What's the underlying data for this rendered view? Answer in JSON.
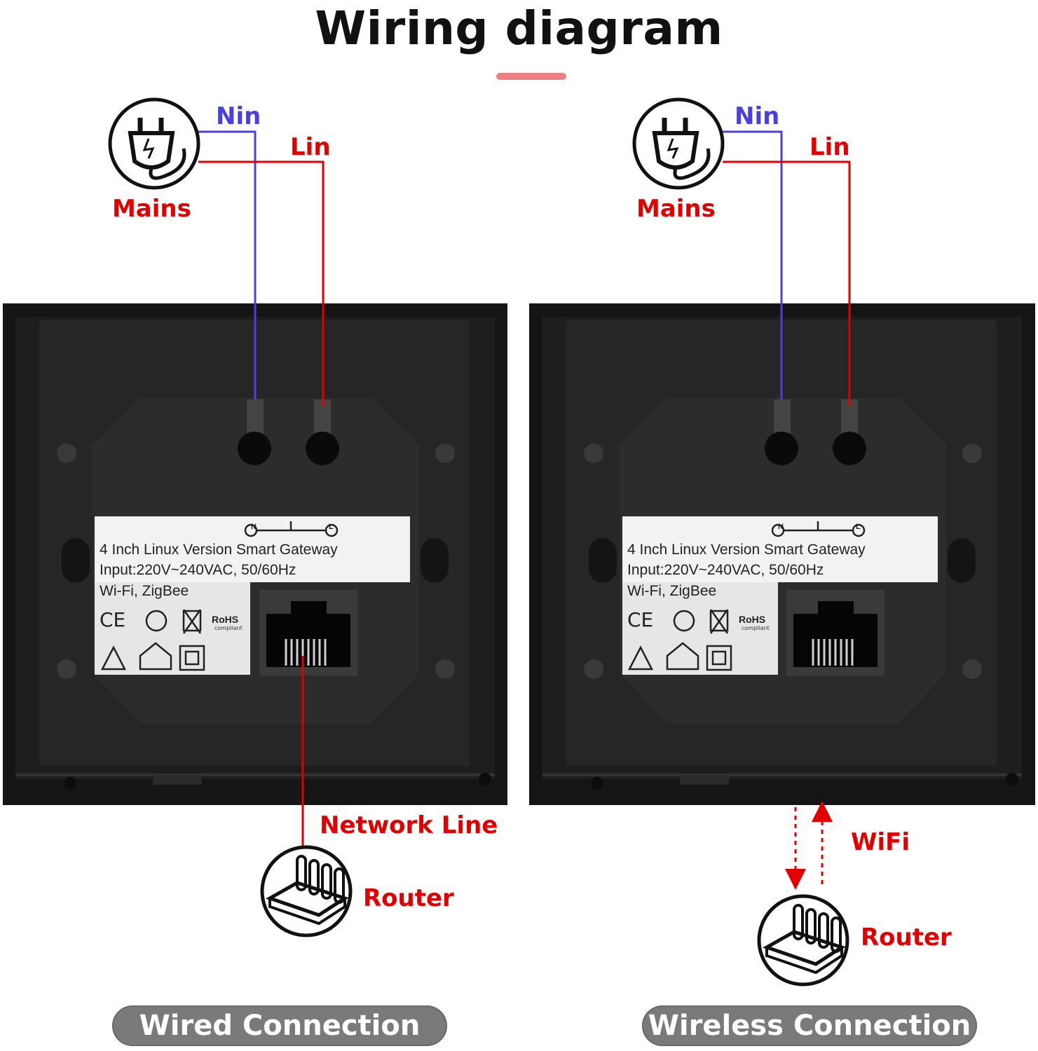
{
  "title": "Wiring diagram",
  "colors": {
    "neutral_wire": "#4a3fe0",
    "live_wire": "#e00000",
    "panel": "#1c1c1c",
    "pill": "#7a7a7a"
  },
  "panels": [
    {
      "neutral_label": "Nin",
      "live_label": "Lin",
      "mains_label": "Mains",
      "mains_icon": "plug-icon",
      "sticker": {
        "line1": "4 Inch Linux Version Smart Gateway",
        "line2": "Input:220V~240VAC, 50/60Hz",
        "line3": "Wi-Fi, ZigBee",
        "ce": "CE",
        "rohs": "RoHS",
        "rohs_sub": "compliant",
        "terminal_n": "N",
        "terminal_l": "L"
      },
      "connection_label": "Network Line",
      "router_label": "Router",
      "router_icon": "router-icon",
      "caption": "Wired Connection"
    },
    {
      "neutral_label": "Nin",
      "live_label": "Lin",
      "mains_label": "Mains",
      "mains_icon": "plug-icon",
      "sticker": {
        "line1": "4 Inch Linux Version Smart Gateway",
        "line2": "Input:220V~240VAC, 50/60Hz",
        "line3": "Wi-Fi, ZigBee",
        "ce": "CE",
        "rohs": "RoHS",
        "rohs_sub": "compliant",
        "terminal_n": "N",
        "terminal_l": "L"
      },
      "connection_label": "WiFi",
      "router_label": "Router",
      "router_icon": "router-icon",
      "caption": "Wireless Connection"
    }
  ]
}
